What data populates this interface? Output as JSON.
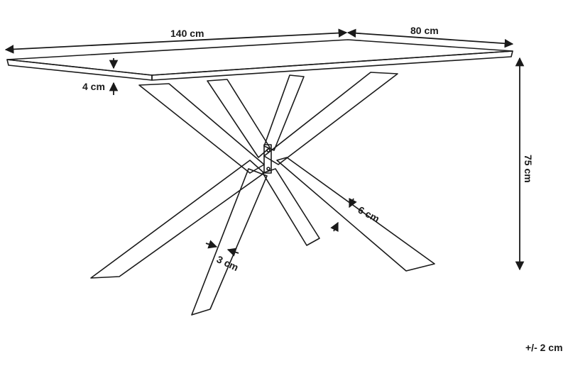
{
  "dimensions": {
    "length": "140 cm",
    "width": "80 cm",
    "height": "75 cm",
    "top_thickness": "4 cm",
    "leg_width": "6 cm",
    "leg_thickness": "3 cm"
  },
  "tolerance": "+/- 2 cm"
}
